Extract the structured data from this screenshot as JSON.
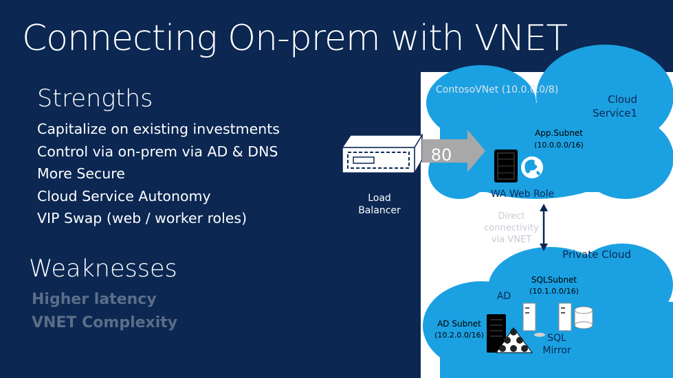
{
  "title": "Connecting On-prem with VNET",
  "strengths": {
    "heading": "Strengths",
    "items": [
      "Capitalize on existing investments",
      "Control via on-prem via AD & DNS",
      "More Secure",
      "Cloud Service Autonomy",
      "VIP Swap (web / worker roles)"
    ]
  },
  "weaknesses": {
    "heading": "Weaknesses",
    "items": [
      "Higher latency",
      "VNET Complexity"
    ]
  },
  "diagram": {
    "vnet_label": "ContosoVNet (10.0.0.0/8)",
    "cloud_service_label_line1": "Cloud",
    "cloud_service_label_line2": "Service1",
    "app_subnet_line1": "App.Subnet",
    "app_subnet_line2": "(10.0.0.0/16)",
    "port": "80",
    "web_role": "WA Web Role",
    "lb_line1": "Load",
    "lb_line2": "Balancer",
    "direct_line1": "Direct",
    "direct_line2": "connectivity",
    "direct_line3": "via VNET",
    "private_cloud": "Private Cloud",
    "sql_subnet_line1": "SQLSubnet",
    "sql_subnet_line2": "(10.1.0.0/16)",
    "ad": "AD",
    "ad_subnet_line1": "AD Subnet",
    "ad_subnet_line2": "(10.2.0.0/16)",
    "sql_mirror_line1": "SQL",
    "sql_mirror_line2": "Mirror"
  },
  "colors": {
    "background": "#0b2752",
    "cloud": "#1ba1e2",
    "panel": "#ffffff",
    "arrow": "#a8a8a8",
    "weak_text": "#5c6d87",
    "vnet_label": "#dde3ea"
  }
}
